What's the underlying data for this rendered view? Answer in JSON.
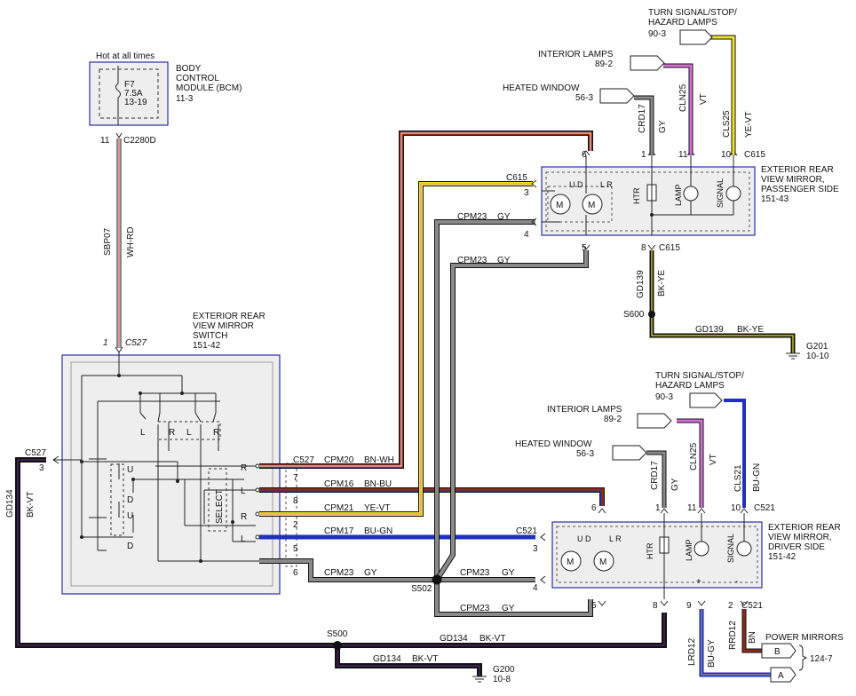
{
  "bcm": {
    "hot_label": "Hot at all times",
    "fuse_name": "F7",
    "fuse_rating": "7.5A",
    "fuse_ref": "13-19",
    "module_line1": "BODY",
    "module_line2": "CONTROL",
    "module_line3": "MODULE (BCM)",
    "module_ref": "11-3",
    "pin": "11",
    "connector": "C2280D",
    "wire_circuit": "SBP07",
    "wire_color": "WH-RD"
  },
  "switch": {
    "title_line1": "EXTERIOR REAR",
    "title_line2": "VIEW MIRROR",
    "title_line3": "SWITCH",
    "ref": "151-42",
    "top_pin": "1",
    "top_connector": "C527",
    "left_connector": "C527",
    "left_pin": "3",
    "contacts": [
      "L",
      "R",
      "L",
      "R"
    ],
    "selector": [
      "U",
      "D",
      "U",
      "D"
    ],
    "select_label": "SELECT",
    "out_labels": [
      "R",
      "L",
      "R",
      "L"
    ]
  },
  "switch_out": {
    "connector": "C527",
    "pins": [
      "7",
      "8",
      "2",
      "5",
      "6"
    ],
    "circuits": [
      "CPM20",
      "CPM16",
      "CPM21",
      "CPM17",
      "CPM23"
    ],
    "colors": [
      "BN-WH",
      "BN-BU",
      "YE-VT",
      "BU-GN",
      "GY"
    ]
  },
  "passenger": {
    "title_line1": "EXTERIOR REAR",
    "title_line2": "VIEW MIRROR,",
    "title_line3": "PASSENGER SIDE",
    "ref": "151-43",
    "connector": "C615",
    "connector_left": "C615",
    "connector_bottom": "C615",
    "pins": {
      "p6": "6",
      "p1": "1",
      "p11": "11",
      "p10": "10",
      "p3": "3",
      "p4": "4",
      "p5": "5",
      "p8": "8"
    },
    "motor_labels": {
      "ud": "U D",
      "lr": "L R",
      "m": "M"
    },
    "htr": "HTR",
    "lamp": "LAMP",
    "signal": "SIGNAL",
    "turn_signal_line1": "TURN SIGNAL/STOP/",
    "turn_signal_line2": "HAZARD LAMPS",
    "turn_signal_ref": "90-3",
    "interior_lamps": "INTERIOR LAMPS",
    "interior_ref": "89-2",
    "heated_window": "HEATED WINDOW",
    "heated_ref": "56-3",
    "w_crd17": "CRD17",
    "w_gy": "GY",
    "w_cln25": "CLN25",
    "w_vt": "VT",
    "w_cls25": "CLS25",
    "w_yevt": "YE-VT",
    "cpm23_a": "CPM23",
    "gy_a": "GY",
    "cpm23_b": "CPM23",
    "gy_b": "GY",
    "gd139": "GD139",
    "bkye": "BK-YE",
    "splice": "S600",
    "gd139_h": "GD139",
    "bkye_h": "BK-YE",
    "ground": "G201",
    "ground_ref": "10-10"
  },
  "driver": {
    "title_line1": "EXTERIOR REAR",
    "title_line2": "VIEW MIRROR,",
    "title_line3": "DRIVER SIDE",
    "ref": "151-42",
    "connector": "C521",
    "connector_left": "C521",
    "connector_bottom": "C521",
    "pins": {
      "p6": "6",
      "p1": "1",
      "p11": "11",
      "p10": "10",
      "p3": "3",
      "p4": "4",
      "p5": "5",
      "p8": "8",
      "p9": "9",
      "p2": "2"
    },
    "turn_signal_line1": "TURN SIGNAL/STOP/",
    "turn_signal_line2": "HAZARD LAMPS",
    "turn_signal_ref": "90-3",
    "interior_lamps": "INTERIOR LAMPS",
    "interior_ref": "89-2",
    "heated_window": "HEATED WINDOW",
    "heated_ref": "56-3",
    "w_crd17": "CRD17",
    "w_gy": "GY",
    "w_cln25": "CLN25",
    "w_vt": "VT",
    "w_cls21": "CLS21",
    "w_bugn": "BU-GN",
    "lrd12": "LRD12",
    "bugy": "BU-GY",
    "rrd12": "RRD12",
    "bn": "BN",
    "plus": "+",
    "minus": "-",
    "power_mirrors": "POWER MIRRORS",
    "pm_ref": "124-7",
    "conn_b": "B",
    "conn_a": "A",
    "cpm23_a": "CPM23",
    "gy_a": "GY",
    "cpm23_b": "CPM23",
    "gy_b": "GY",
    "cpm23_c": "CPM23",
    "gy_c": "GY"
  },
  "grounds": {
    "s502": "S502",
    "s500": "S500",
    "gd134_v": "GD134",
    "bkvt_v": "BK-VT",
    "gd134_a": "GD134",
    "bkvt_a": "BK-VT",
    "gd134_b": "GD134",
    "bkvt_b": "BK-VT",
    "g200": "G200",
    "g200_ref": "10-8"
  },
  "colors": {
    "bn_wh": "#8b2a1c",
    "bn_bu": "#8b2a1c",
    "bu": "#1f2fbf",
    "ye": "#f3e22a",
    "vt": "#d56fd8",
    "gy": "#7a7a7a",
    "bk": "#111111",
    "component_border": "#2a2fa8",
    "component_fill": "#eeeeee"
  }
}
